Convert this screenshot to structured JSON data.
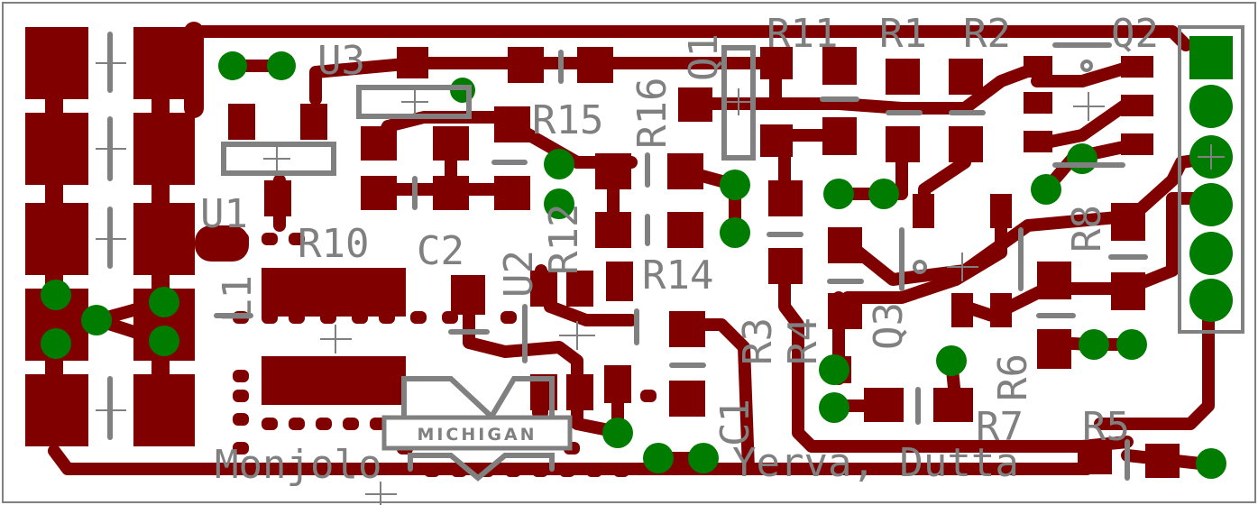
{
  "title": "",
  "colors": {
    "background": "#ffffff",
    "copper": "#800000",
    "via": "#007c00",
    "silkscreen": "#808080",
    "header_pad": "#007c00"
  },
  "labels": {
    "u3": "U3",
    "u1": "U1",
    "r10": "R10",
    "c2": "C2",
    "l1": "L1",
    "r12": "R12",
    "u2": "U2",
    "r14": "R14",
    "r15": "R15",
    "r16": "R16",
    "q1": "Q1",
    "r11": "R11",
    "r1": "R1",
    "r2": "R2",
    "q2": "Q2",
    "r8": "R8",
    "r3": "R3",
    "r4": "R4",
    "q3": "Q3",
    "r6": "R6",
    "r7": "R7",
    "r5": "R5",
    "c1": "C1"
  },
  "logo": "MICHIGAN",
  "credits": {
    "left": "Monjolo",
    "right": "Yerva, Dutta"
  },
  "header": {
    "pin_count": 6
  }
}
